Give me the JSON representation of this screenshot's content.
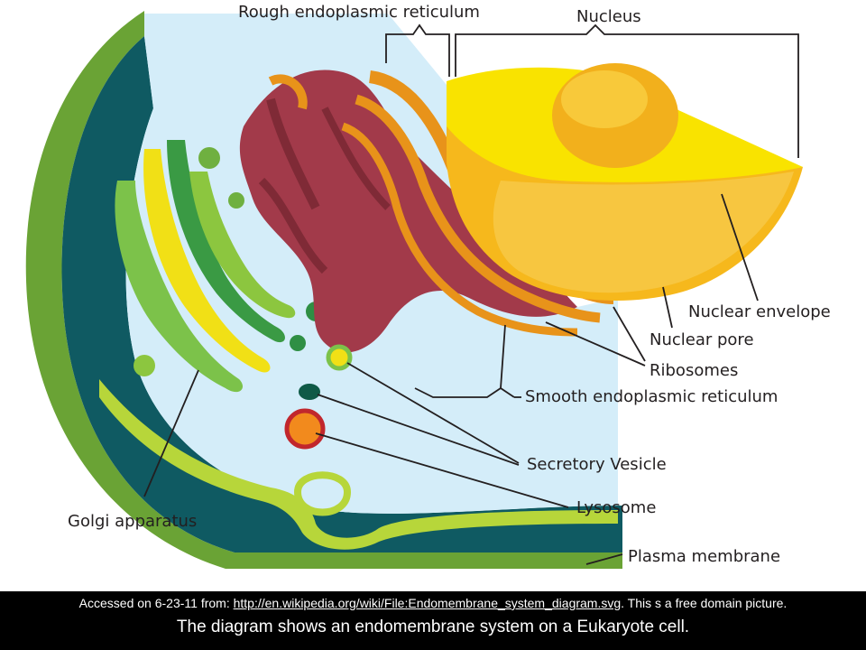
{
  "labels": {
    "rough_er": "Rough endoplasmic reticulum",
    "nucleus": "Nucleus",
    "nuclear_envelope": "Nuclear envelope",
    "nuclear_pore": "Nuclear pore",
    "ribosomes": "Ribosomes",
    "smooth_er": "Smooth endoplasmic reticulum",
    "secretory_vesicle": "Secretory Vesicle",
    "lysosome": "Lysosome",
    "golgi": "Golgi apparatus",
    "plasma_membrane": "Plasma membrane"
  },
  "footer": {
    "accessed_prefix": "Accessed on 6-23-11 from: ",
    "source_link": "http://en.wikipedia.org/wiki/File:Endomembrane_system_diagram.svg",
    "accessed_suffix": ". This s a free domain picture.",
    "caption": "The diagram shows an endomembrane system on a Eukaryote cell."
  },
  "colors": {
    "membrane_green": "#6aa335",
    "cytoplasm_dark": "#0f5a62",
    "cytoplasm_light": "#d4edf9",
    "nucleus_yellow": "#f9e300",
    "nucleoplasm_orange": "#f6b81c",
    "er_maroon": "#a23a4a",
    "er_orange": "#e8931a",
    "golgi_green": "#7cc24a",
    "lysosome_orange": "#f28a1d",
    "footer_bg": "#000000"
  }
}
